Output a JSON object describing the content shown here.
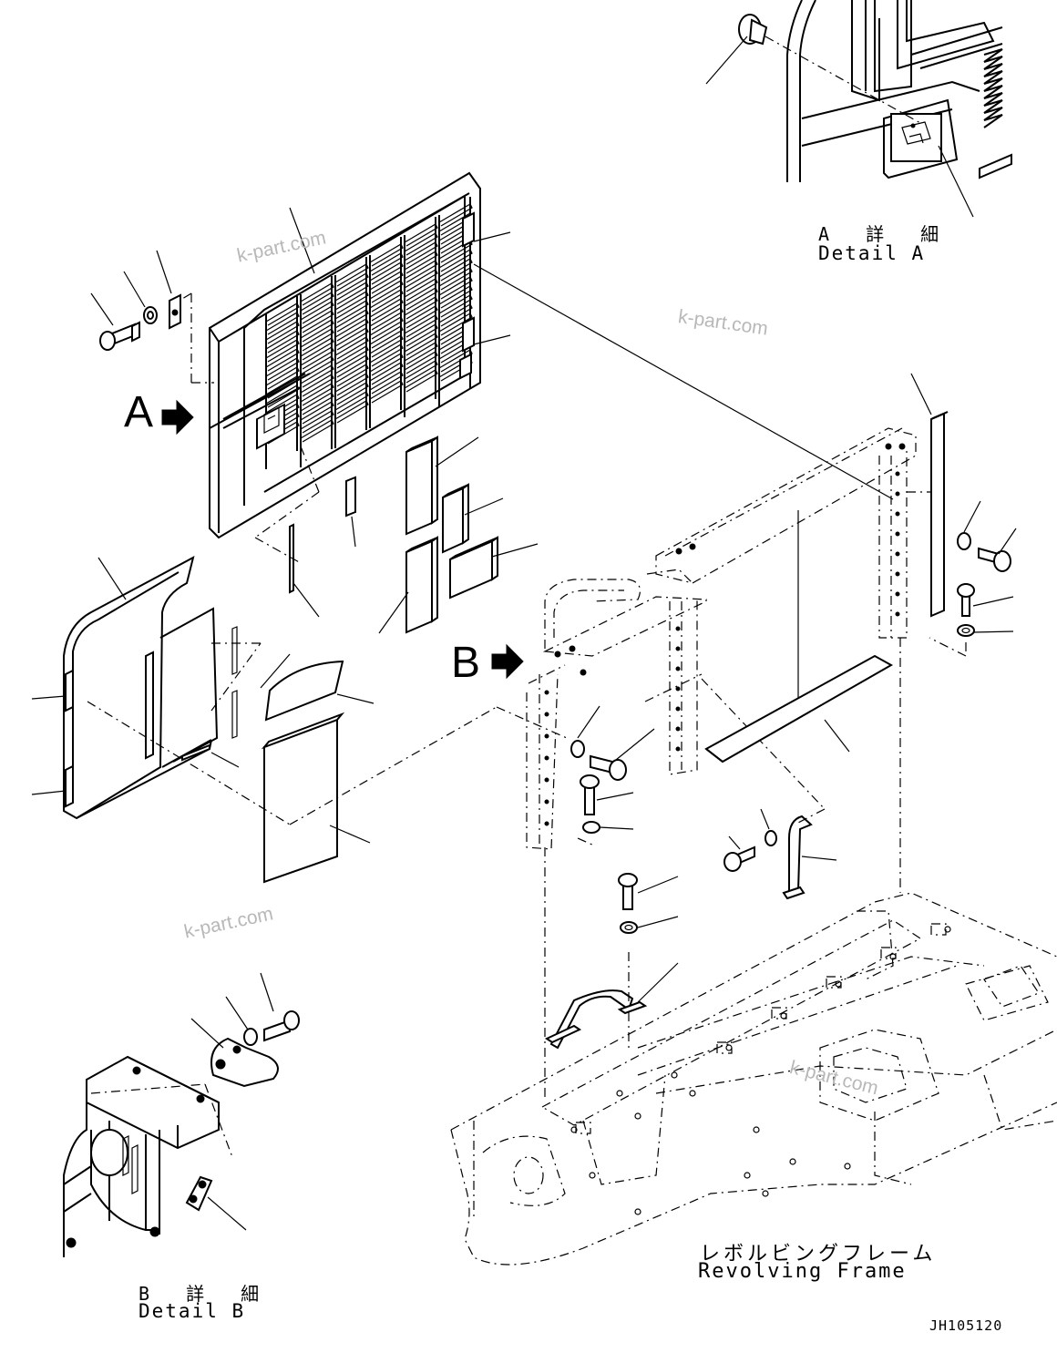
{
  "labels": {
    "callout_a": "A",
    "callout_b": "B",
    "detail_a_ja": "A 詳 細",
    "detail_a_en": "Detail A",
    "detail_b_ja": "B 詳 細",
    "detail_b_en": "Detail B",
    "frame_ja": "レボルビングフレーム",
    "frame_en": "Revolving Frame",
    "drawing_code": "JH105120"
  },
  "watermarks": [
    "k-part.com",
    "k-part.com",
    "k-part.com",
    "k-part.com"
  ],
  "icons": {
    "callout_arrow": "right-arrow-icon"
  }
}
